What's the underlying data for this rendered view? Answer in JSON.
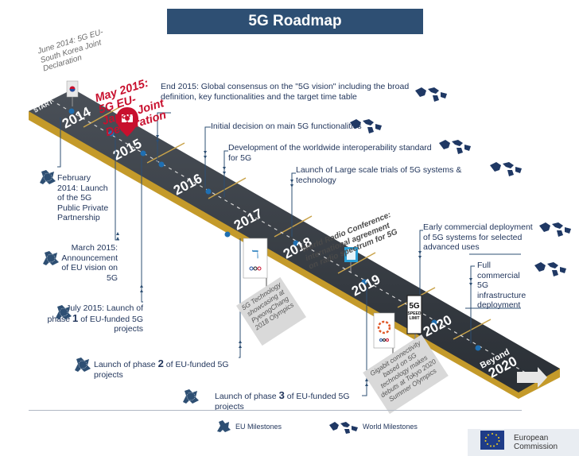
{
  "title": "5G Roadmap",
  "road": {
    "start_label": "START",
    "years": [
      "2014",
      "2015",
      "2016",
      "2017",
      "2018",
      "2019",
      "2020"
    ],
    "beyond": [
      "Beyond",
      "2020"
    ]
  },
  "world_milestones": [
    {
      "text": "End 2015: Global consensus on the \"5G vision\" including the broad definition, key functionalities and the target time table"
    },
    {
      "text": "Initial decision on main 5G functionalities"
    },
    {
      "text": "Development of the worldwide interoperability standard for 5G"
    },
    {
      "text": "Launch of Large scale trials of 5G systems & technology"
    },
    {
      "text": "Early commercial deployment of 5G systems for selected advanced uses"
    },
    {
      "text": "Full commercial 5G infrastructure deployment"
    }
  ],
  "eu_milestones": [
    {
      "text": "February 2014: Launch of the 5G Public Private Partnership"
    },
    {
      "text": "March 2015: Announcement of EU vision on 5G"
    },
    {
      "text_before": "July 2015: Launch of phase ",
      "bold": "1",
      "text_after": " of EU-funded 5G projects"
    },
    {
      "text_before": "Launch of phase ",
      "bold": "2",
      "text_after": " of EU-funded 5G projects"
    },
    {
      "text_before": "Launch of phase ",
      "bold": "3",
      "text_after": " of EU-funded 5G projects"
    }
  ],
  "road_annotations": {
    "june_2014": "June 2014: 5G EU-South Korea Joint Declaration",
    "may_2015": "May 2015: 5G EU-Japan Joint Declaration",
    "wrc": "World Radio Conference: international agreement on radio spectrum for 5G",
    "pyeongchang": "5G Technology showcasing at PyeongChang 2018 Olympics",
    "tokyo": "Gigabit connectivity based on 5G technology makes debuts at Tokyo 2020 Summer Olympics",
    "sign_5g": "5G",
    "sign_speed": "SPEED LIMIT"
  },
  "legend": {
    "eu": "EU Milestones",
    "world": "World Milestones"
  },
  "footer": {
    "org_line1": "European",
    "org_line2": "Commission"
  },
  "colors": {
    "banner": "#2e4f73",
    "road": "#333940",
    "road_edge": "#c49a2a",
    "milestone_blue": "#1f3864",
    "accent_red": "#c8102e"
  }
}
